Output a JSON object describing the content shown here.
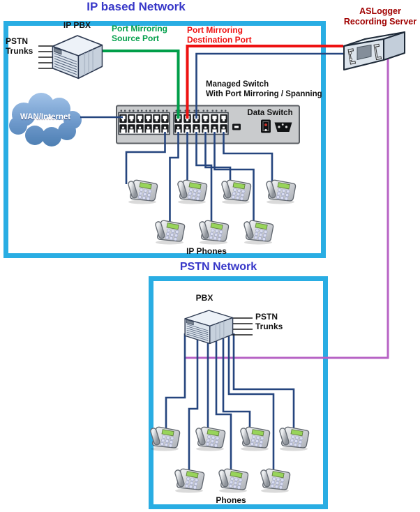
{
  "ip_network": {
    "title": "IP based Network",
    "pbx_label": "IP PBX",
    "trunks_label": "PSTN\nTrunks",
    "mirror_source_label": "Port Mirroring\nSource Port",
    "mirror_dest_label": "Port Mirroring\nDestination Port",
    "wan_label": "WAN/Internet",
    "switch_caption": "Managed Switch\nWith Port Mirroring / Spanning",
    "switch_name": "Data Switch",
    "phones_caption": "IP Phones",
    "phone_count": 7
  },
  "recording_server": {
    "label": "ASLogger\nRecording Server"
  },
  "pstn_network": {
    "title": "PSTN Network",
    "pbx_label": "PBX",
    "trunks_label": "PSTN\nTrunks",
    "phones_caption": "Phones",
    "phone_count": 7
  },
  "icons": {
    "cloud": "wan-cloud-icon",
    "pbx": "pbx-server-icon",
    "switch": "data-switch-icon",
    "recorder": "recording-server-icon",
    "phone": "desk-phone-icon"
  },
  "colors": {
    "box_border": "#29ADE3",
    "title_blue": "#3737C8",
    "mirror_green": "#009E49",
    "mirror_red": "#EE1111",
    "server_red": "#A00000",
    "cable_blue": "#25457E",
    "recorder_purple": "#B763C5"
  }
}
